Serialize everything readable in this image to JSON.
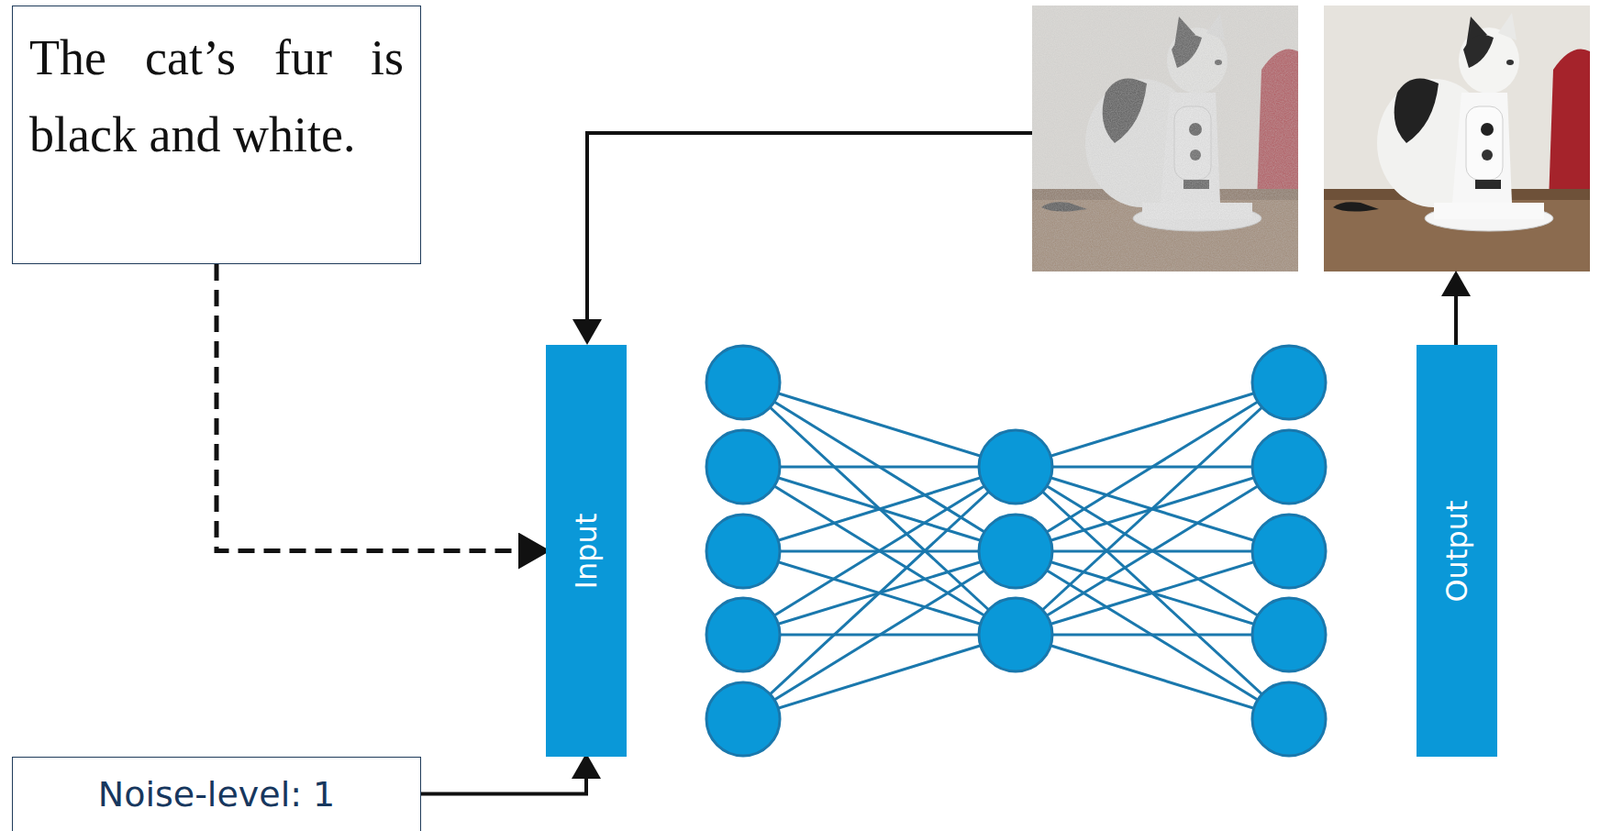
{
  "diagram": {
    "nodes": [
      {
        "text": [
          "The cat’s fur is black and white."
        ]
      },
      {
        "text": [
          "Input"
        ]
      },
      {
        "text": [
          "Output"
        ]
      },
      {
        "text": [
          "Noise-level: 1"
        ]
      }
    ],
    "edges": [
      {
        "from": 0,
        "to": 1,
        "arrow": "to"
      },
      {
        "from": 3,
        "to": 1,
        "arrow": "to"
      }
    ]
  }
}
